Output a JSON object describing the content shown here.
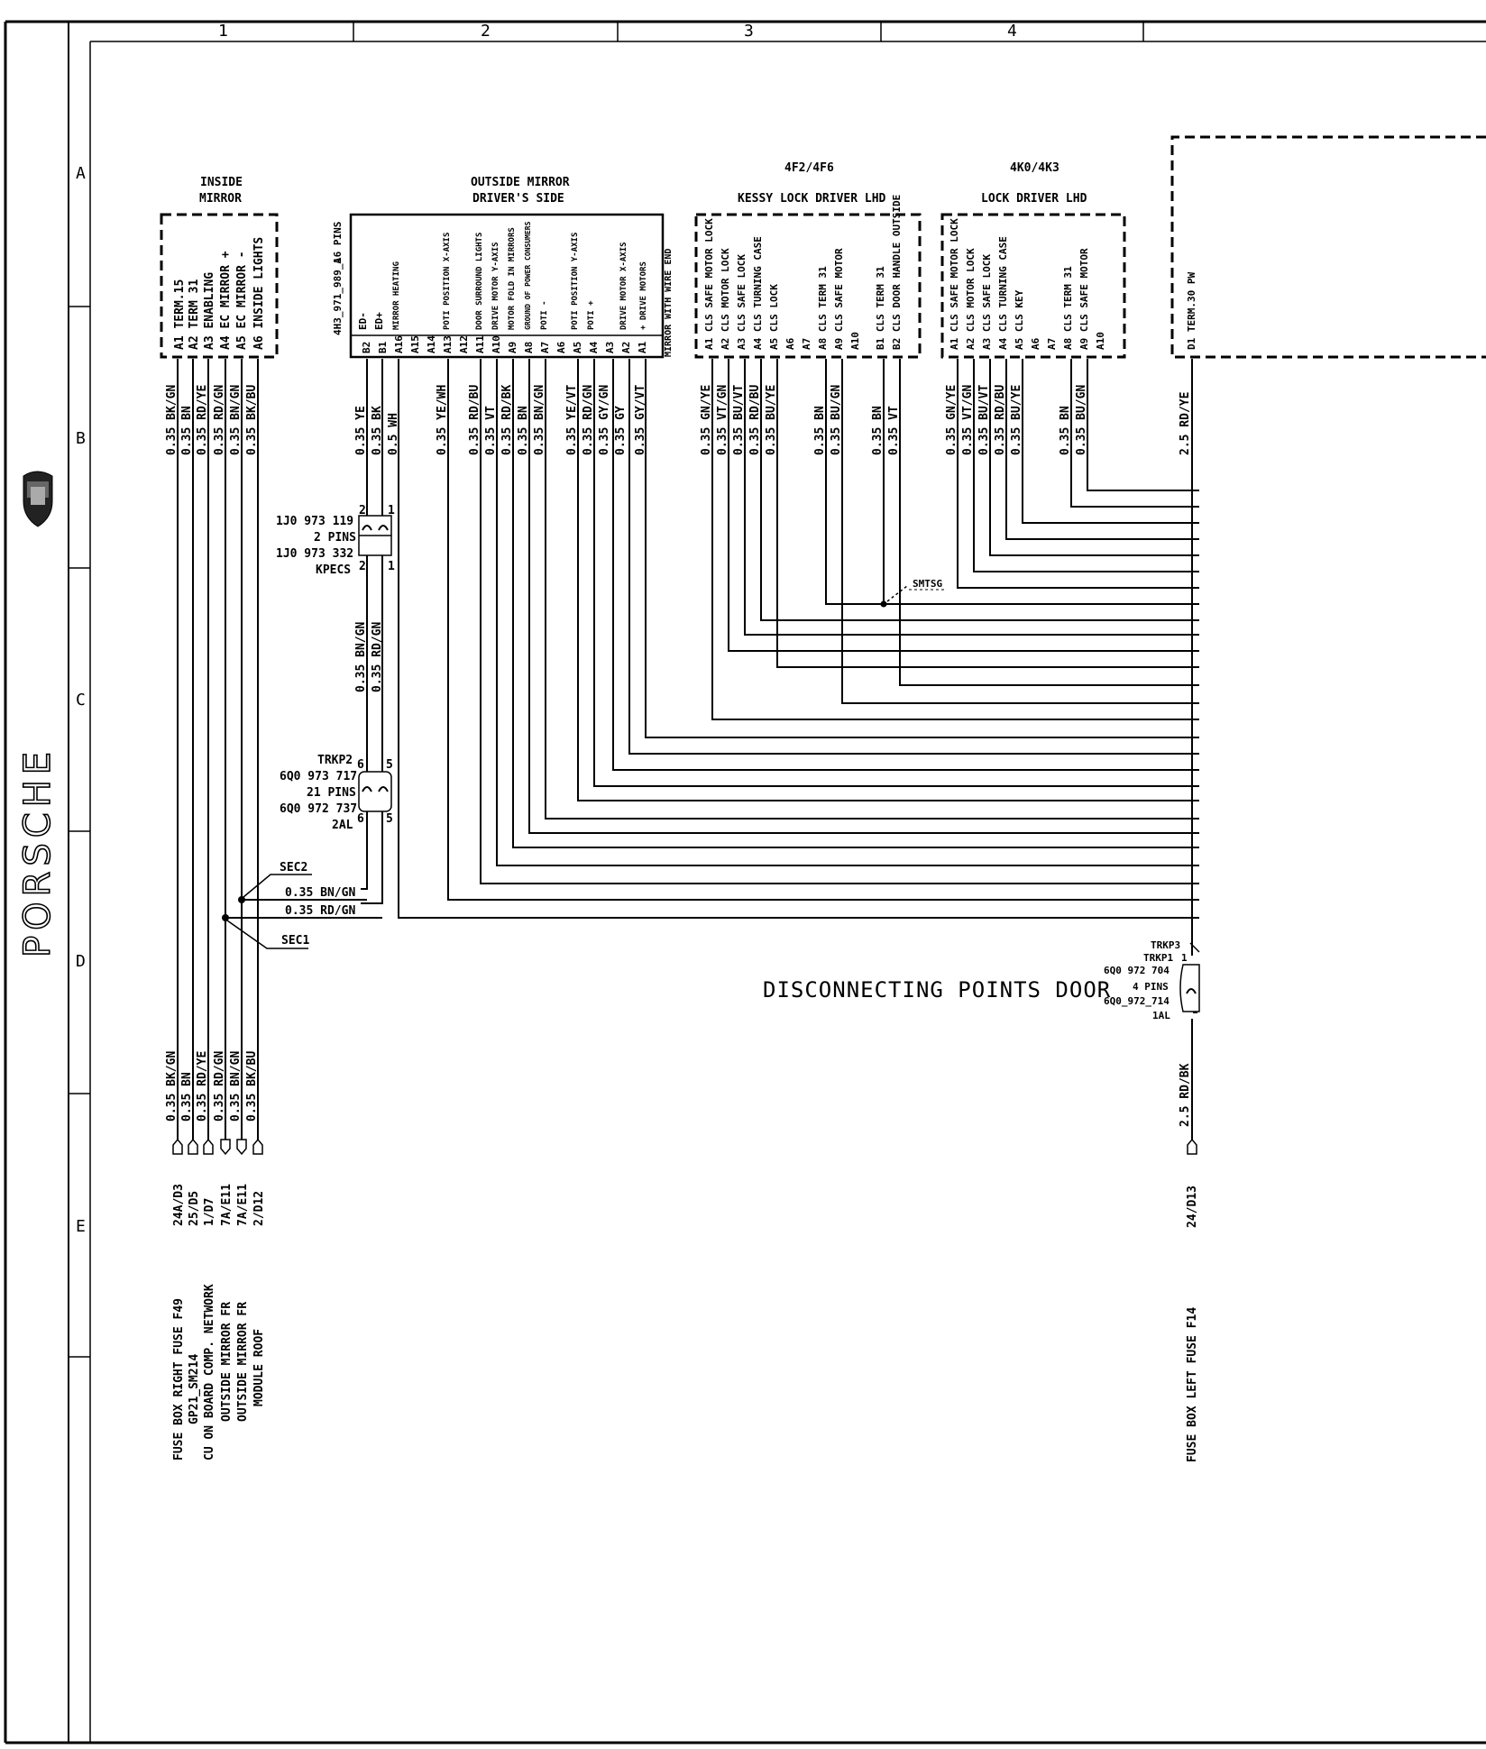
{
  "brand": "PORSCHE",
  "grid": {
    "columns": [
      "1",
      "2",
      "3",
      "4"
    ],
    "rows": [
      "A",
      "B",
      "C",
      "D",
      "E"
    ]
  },
  "components": {
    "inside_mirror": {
      "title": [
        "INSIDE",
        "MIRROR"
      ],
      "pins": [
        "A1 TERM.15",
        "A2 TERM 31",
        "A3 ENABLING",
        "A4 EC MIRROR +",
        "A5 EC MIRROR -",
        "A6 INSIDE LIGHTS"
      ],
      "wires": [
        "0.35 BK/GN",
        "0.35 BN",
        "0.35 RD/YE",
        "0.35 RD/GN",
        "0.35 BN/GN",
        "0.35 BK/BU"
      ]
    },
    "outside_mirror": {
      "title": [
        "OUTSIDE MIRROR",
        "DRIVER'S SIDE"
      ],
      "part": "4H3_971_989_A",
      "pins_count": "16 PINS",
      "functions": [
        "ED-",
        "ED+",
        "MIRROR HEATING",
        "POTI POSITION X-AXIS",
        "DOOR SURROUND LIGHTS",
        "DRIVE MOTOR Y-AXIS",
        "MOTOR FOLD IN MIRRORS",
        "GROUND OF POWER CONSUMERS",
        "POTI -",
        "POTI POSITION Y-AXIS",
        "POTI +",
        "DRIVE MOTOR X-AXIS",
        "+ DRIVE MOTORS",
        "MIRROR WITH WIRE END"
      ],
      "pins": [
        "B2",
        "B1",
        "A16",
        "A15",
        "A14",
        "A13",
        "A12",
        "A11",
        "A10",
        "A9",
        "A8",
        "A7",
        "A6",
        "A5",
        "A4",
        "A3",
        "A2",
        "A1"
      ],
      "wires": [
        "0.35 YE",
        "0.35 BK",
        "0.5 WH",
        "0.35 YE/WH",
        "0.35 RD/BU",
        "0.35 VT",
        "0.35 RD/BK",
        "0.35 BN",
        "0.35 BN/GN",
        "0.35 YE/VT",
        "0.35 RD/GN",
        "0.35 GY/GN",
        "0.35 GY",
        "0.35 GY/VT"
      ]
    },
    "kessy_lock": {
      "option": "4F2/4F6",
      "title": "KESSY LOCK DRIVER LHD",
      "pins": [
        "A1 CLS SAFE MOTOR LOCK",
        "A2 CLS MOTOR LOCK",
        "A3 CLS SAFE LOCK",
        "A4 CLS TURNING CASE",
        "A5 CLS LOCK",
        "A6",
        "A7",
        "A8 CLS TERM 31",
        "A9 CLS SAFE MOTOR",
        "A10",
        "B1 CLS TERM 31",
        "B2 CLS DOOR HANDLE OUTSIDE"
      ],
      "wires": [
        "0.35 GN/YE",
        "0.35 VT/GN",
        "0.35 BU/VT",
        "0.35 RD/BU",
        "0.35 BU/YE",
        "0.35 BN",
        "0.35 BU/GN",
        "0.35 BN",
        "0.35 VT"
      ]
    },
    "lock_driver": {
      "option": "4K0/4K3",
      "title": "LOCK DRIVER LHD",
      "pins": [
        "A1 CLS SAFE MOTOR LOCK",
        "A2 CLS MOTOR LOCK",
        "A3 CLS SAFE LOCK",
        "A4 CLS TURNING CASE",
        "A5 CLS KEY",
        "A6",
        "A7",
        "A8 CLS TERM 31",
        "A9 CLS SAFE MOTOR",
        "A10"
      ],
      "wires": [
        "0.35 GN/YE",
        "0.35 VT/GN",
        "0.35 BU/VT",
        "0.35 RD/BU",
        "0.35 BU/YE",
        "0.35 BN",
        "0.35 BU/GN"
      ]
    },
    "right_box": {
      "pin": "D1 TERM.30 PW",
      "wire_top": "2.5 RD/YE",
      "wire_bottom": "2.5 RD/BK"
    }
  },
  "connectors": {
    "kpecs": {
      "lines": [
        "1J0 973 119",
        "2 PINS",
        "1J0 973 332",
        "KPECS"
      ],
      "pins": [
        "2",
        "1",
        "2",
        "1"
      ]
    },
    "trkp2": {
      "lines": [
        "TRKP2",
        "6Q0 973 717",
        "21 PINS",
        "6Q0 972 737",
        "2AL"
      ],
      "pins": [
        "6",
        "5",
        "6",
        "5"
      ]
    },
    "trkp3": {
      "lines": [
        "TRKP3",
        "TRKP1",
        "6Q0 972 704",
        "4 PINS",
        "6Q0_972_714",
        "1AL"
      ],
      "pins": [
        "1",
        "1"
      ]
    },
    "smtsg": "SMTSG",
    "sec2": "SEC2",
    "sec1": "SEC1",
    "sec_wires": [
      "0.35 BN/GN",
      "0.35 RD/GN"
    ],
    "trkp2_wires": [
      "0.35 BN/GN",
      "0.35 RD/GN"
    ]
  },
  "center_caption": "DISCONNECTING POINTS DOOR",
  "bottom_left": {
    "wires": [
      "0.35 BK/GN",
      "0.35 BN",
      "0.35 RD/YE",
      "0.35 RD/GN",
      "0.35 BN/GN",
      "0.35 BK/BU"
    ],
    "refs": [
      "24A/D3",
      "25/D5",
      "1/D7",
      "7A/E11",
      "7A/E11",
      "2/D12"
    ],
    "destinations": [
      "FUSE BOX RIGHT FUSE F49",
      "GP21_SM214",
      "CU ON BOARD COMP. NETWORK",
      "OUTSIDE MIRROR FR",
      "OUTSIDE MIRROR FR",
      "MODULE ROOF"
    ]
  },
  "bottom_right": {
    "ref": "24/D13",
    "destination": "FUSE BOX LEFT FUSE F14"
  }
}
